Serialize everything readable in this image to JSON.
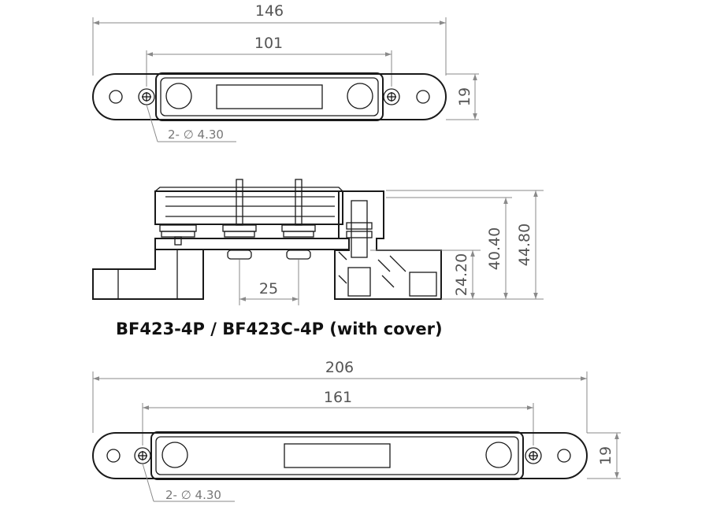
{
  "top_view_4p": {
    "overall_width": "146",
    "inner_width": "101",
    "height": "19",
    "hole_note": "2- ∅ 4.30"
  },
  "side_view": {
    "terminal_pitch": "25",
    "height_a": "24.20",
    "height_b": "40.40",
    "height_c": "44.80"
  },
  "title": "BF423-4P / BF423C-4P (with cover)",
  "top_view_long": {
    "overall_width": "206",
    "inner_width": "161",
    "height": "19",
    "hole_note": "2- ∅ 4.30"
  }
}
